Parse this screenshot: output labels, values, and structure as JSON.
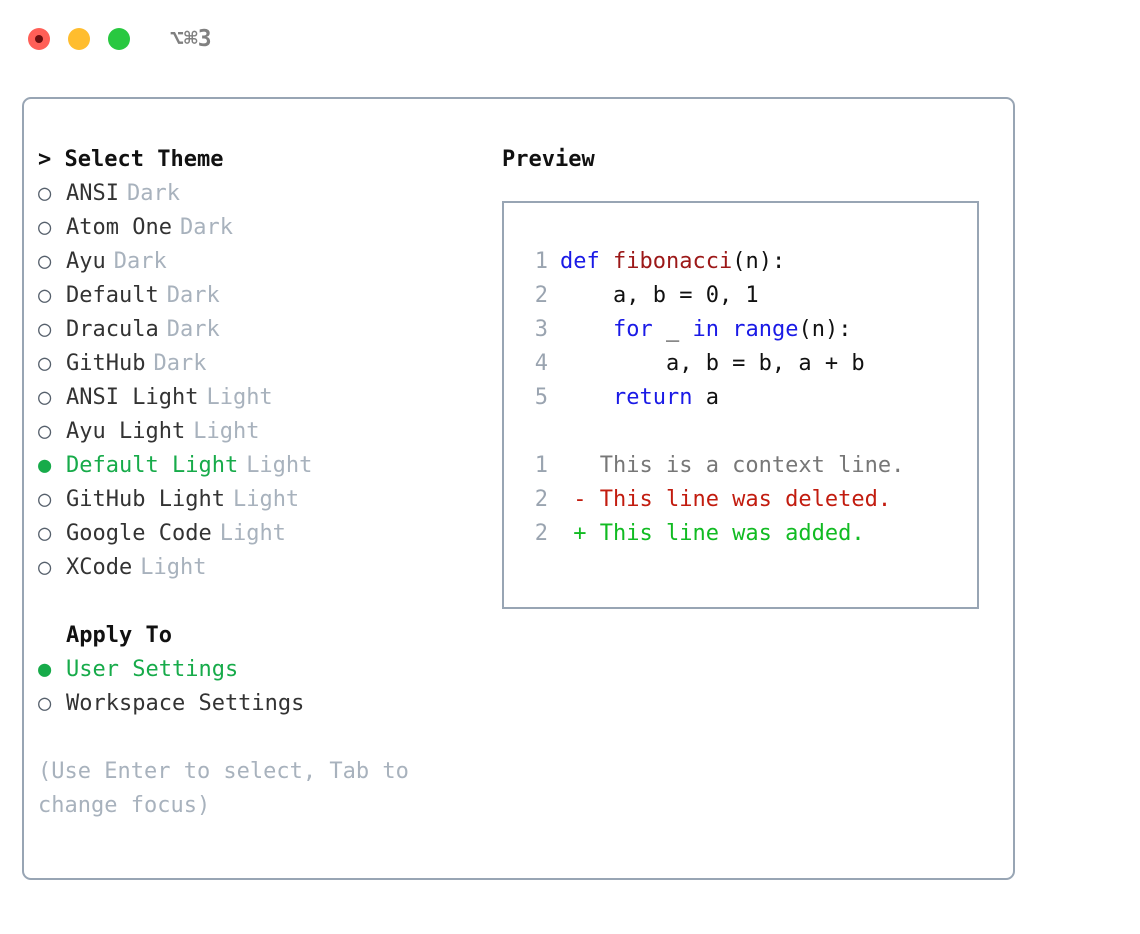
{
  "titlebar": {
    "shortcut": "⌥⌘3",
    "lights": [
      {
        "name": "close",
        "color": "#ff5f57"
      },
      {
        "name": "minimize",
        "color": "#ffbd2e"
      },
      {
        "name": "maximize",
        "color": "#28c840"
      }
    ]
  },
  "theme_section": {
    "caret": "> ",
    "title": "Select Theme",
    "marker_selected": "●",
    "marker_unselected": "○",
    "items": [
      {
        "label": "ANSI",
        "tag": "Dark",
        "selected": false
      },
      {
        "label": "Atom One",
        "tag": "Dark",
        "selected": false
      },
      {
        "label": "Ayu",
        "tag": "Dark",
        "selected": false
      },
      {
        "label": "Default",
        "tag": "Dark",
        "selected": false
      },
      {
        "label": "Dracula",
        "tag": "Dark",
        "selected": false
      },
      {
        "label": "GitHub",
        "tag": "Dark",
        "selected": false
      },
      {
        "label": "ANSI Light",
        "tag": "Light",
        "selected": false
      },
      {
        "label": "Ayu Light",
        "tag": "Light",
        "selected": false
      },
      {
        "label": "Default Light",
        "tag": "Light",
        "selected": true
      },
      {
        "label": "GitHub Light",
        "tag": "Light",
        "selected": false
      },
      {
        "label": "Google Code",
        "tag": "Light",
        "selected": false
      },
      {
        "label": "XCode",
        "tag": "Light",
        "selected": false
      }
    ]
  },
  "apply_section": {
    "title": "Apply To",
    "items": [
      {
        "label": "User Settings",
        "selected": true
      },
      {
        "label": "Workspace Settings",
        "selected": false
      }
    ]
  },
  "hint": "(Use Enter to select, Tab to change focus)",
  "preview": {
    "title": "Preview",
    "code_lines": [
      {
        "no": "1",
        "tokens": [
          {
            "t": "def ",
            "c": "kw"
          },
          {
            "t": "fibonacci",
            "c": "fn"
          },
          {
            "t": "(n):",
            "c": "pl"
          }
        ]
      },
      {
        "no": "2",
        "tokens": [
          {
            "t": "    a, b = 0, 1",
            "c": "pl"
          }
        ]
      },
      {
        "no": "3",
        "tokens": [
          {
            "t": "    ",
            "c": "pl"
          },
          {
            "t": "for",
            "c": "kw"
          },
          {
            "t": " _ ",
            "c": "pl"
          },
          {
            "t": "in ",
            "c": "kw"
          },
          {
            "t": "range",
            "c": "kw"
          },
          {
            "t": "(n):",
            "c": "pl"
          }
        ]
      },
      {
        "no": "4",
        "tokens": [
          {
            "t": "        a, b = b, a + b",
            "c": "pl"
          }
        ]
      },
      {
        "no": "5",
        "tokens": [
          {
            "t": "    ",
            "c": "pl"
          },
          {
            "t": "return",
            "c": "kw"
          },
          {
            "t": " a",
            "c": "pl"
          }
        ]
      }
    ],
    "diff_lines": [
      {
        "no": "1",
        "tokens": [
          {
            "t": "   This is a context line.",
            "c": "ctx"
          }
        ]
      },
      {
        "no": "2",
        "tokens": [
          {
            "t": " - This line was deleted.",
            "c": "del"
          }
        ]
      },
      {
        "no": "2",
        "tokens": [
          {
            "t": " + This line was added.",
            "c": "add"
          }
        ]
      }
    ]
  }
}
